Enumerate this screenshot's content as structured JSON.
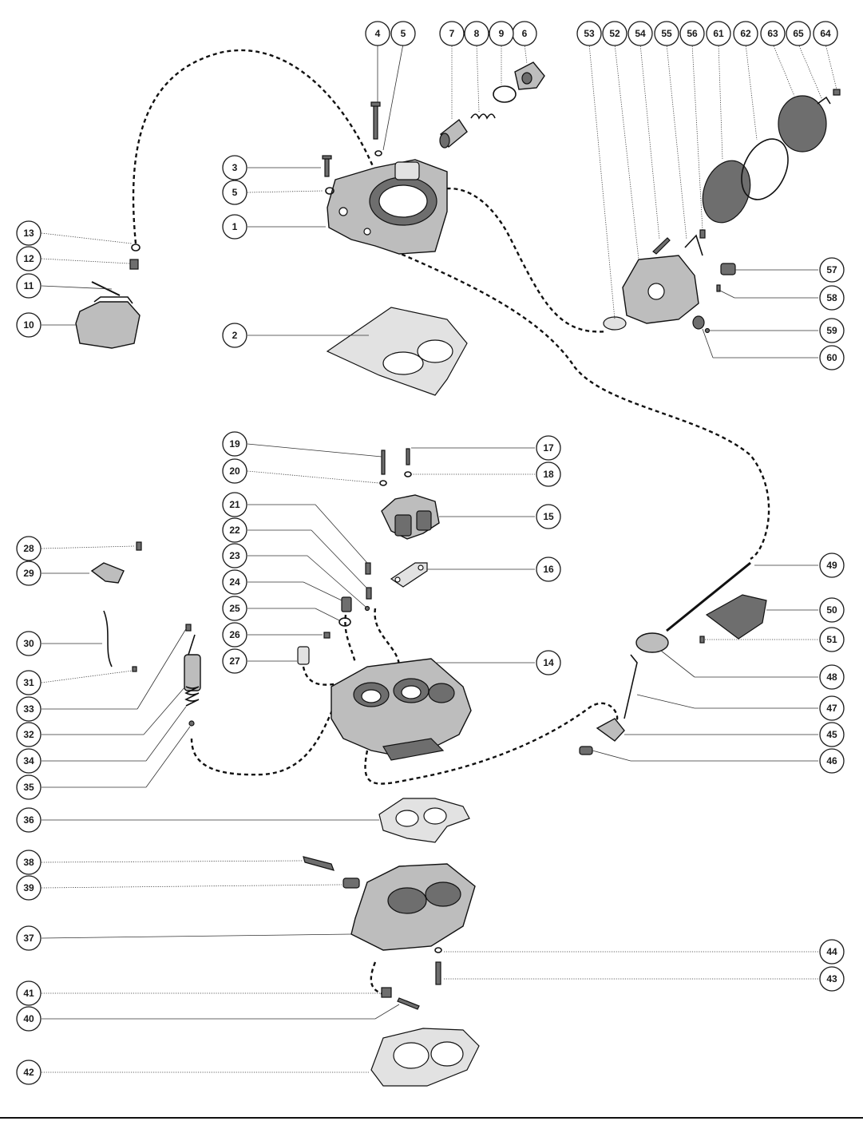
{
  "callouts": [
    "1",
    "2",
    "3",
    "4",
    "5",
    "5",
    "6",
    "7",
    "8",
    "9",
    "10",
    "11",
    "12",
    "13",
    "14",
    "15",
    "16",
    "17",
    "18",
    "19",
    "20",
    "21",
    "22",
    "23",
    "24",
    "25",
    "26",
    "27",
    "28",
    "29",
    "30",
    "31",
    "32",
    "33",
    "34",
    "35",
    "36",
    "37",
    "38",
    "39",
    "40",
    "41",
    "42",
    "43",
    "44",
    "45",
    "46",
    "47",
    "48",
    "49",
    "50",
    "51",
    "52",
    "53",
    "54",
    "55",
    "56",
    "57",
    "58",
    "59",
    "60",
    "61",
    "62",
    "63",
    "64",
    "65"
  ]
}
